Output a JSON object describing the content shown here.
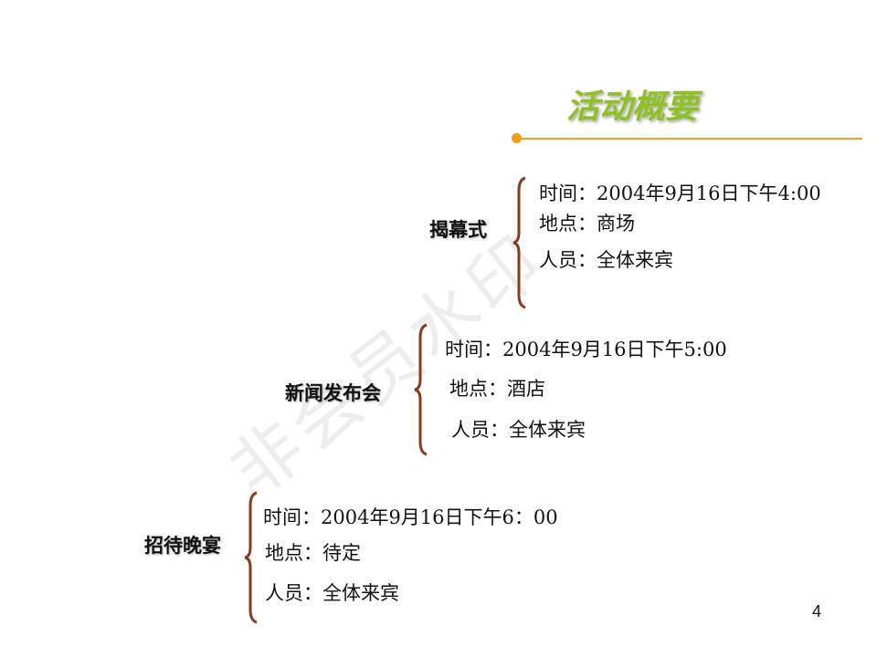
{
  "slide": {
    "title": "活动概要",
    "watermark": "非会员水印",
    "page_number": "4",
    "accent_color": "#8dc21f",
    "rule_color": "#f0a020",
    "brace_color": "#8b3a1a"
  },
  "groups": [
    {
      "label": "揭幕式",
      "lines": [
        "时间：2004年9月16日下午4:00",
        "地点：商场",
        "人员：全体来宾"
      ]
    },
    {
      "label": "新闻发布会",
      "lines": [
        "时间：2004年9月16日下午5:00",
        "地点：酒店",
        "人员：全体来宾"
      ]
    },
    {
      "label": "招待晚宴",
      "lines": [
        "时间：2004年9月16日下午6：00",
        "地点：待定",
        "人员：全体来宾"
      ]
    }
  ]
}
